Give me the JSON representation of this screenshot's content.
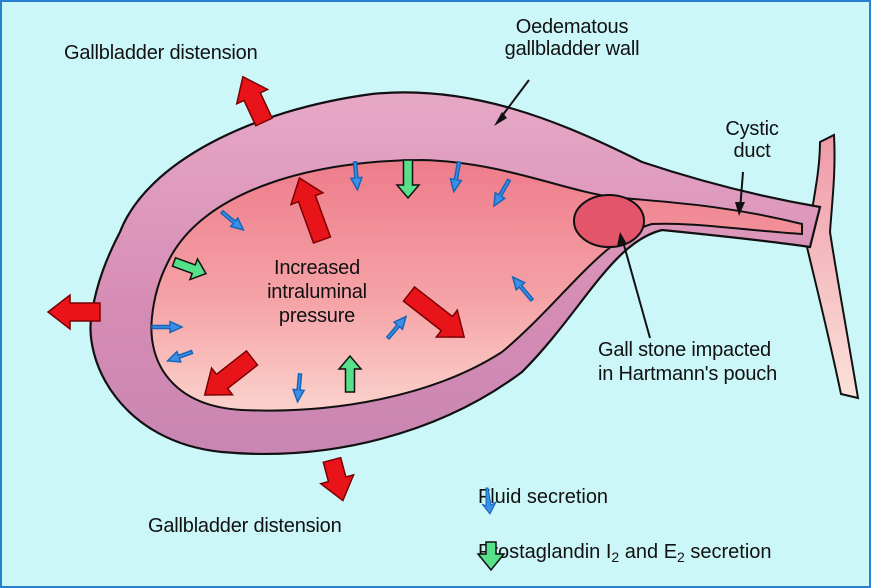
{
  "labels": {
    "distension_top": "Gallbladder distension",
    "distension_bottom": "Gallbladder distension",
    "wall_line1": "Oedematous",
    "wall_line2": "gallbladder wall",
    "duct_line1": "Cystic",
    "duct_line2": "duct",
    "pressure_line1": "Increased",
    "pressure_line2": "intraluminal",
    "pressure_line3": "pressure",
    "stone_line1": "Gall stone impacted",
    "stone_line2": "in Hartmann's pouch"
  },
  "legend": {
    "fluid": "Fluid secretion",
    "prosta_a": "Prostaglandin I",
    "prosta_sub1": "2",
    "prosta_b": " and E",
    "prosta_sub2": "2",
    "prosta_c": " secretion"
  },
  "colors": {
    "background": "#ccf7f9",
    "border": "#2a7fd0",
    "wall": "#d98fb5",
    "lumen": "#f09aa0",
    "pressure_arrow": "#e8141a",
    "fluid_arrow": "#3b8fe6",
    "prostaglandin_arrow": "#57e08a",
    "stone": "#e2556a"
  },
  "icons": [
    "pressure-arrow-icon",
    "fluid-arrow-icon",
    "prostaglandin-arrow-icon"
  ]
}
